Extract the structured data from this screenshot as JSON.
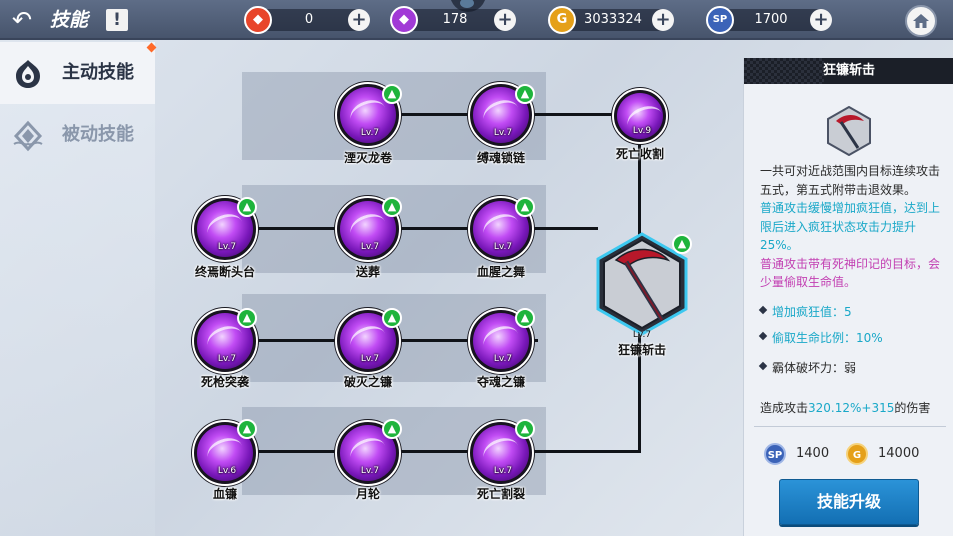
{
  "header": {
    "title": "技能",
    "alert": "!",
    "currencies": [
      {
        "icon": "fire-crystal-icon",
        "symbol": "◆",
        "color": "#e8452a",
        "value": "0"
      },
      {
        "icon": "purple-gem-icon",
        "symbol": "◆",
        "color": "#a13ad6",
        "value": "178"
      },
      {
        "icon": "gold-coin-icon",
        "symbol": "G",
        "color": "#e5a019",
        "value": "3033324"
      },
      {
        "icon": "sp-icon",
        "symbol": "SP",
        "color": "#3b63b8",
        "value": "1700"
      }
    ],
    "plus": "+"
  },
  "sidebar": {
    "tabs": [
      {
        "label": "主动技能",
        "active": true
      },
      {
        "label": "被动技能",
        "active": false
      }
    ]
  },
  "skills": [
    {
      "name": "湮灭龙卷",
      "level": "Lv.7"
    },
    {
      "name": "缚魂锁链",
      "level": "Lv.7"
    },
    {
      "name": "死亡收割",
      "level": "Lv.9"
    },
    {
      "name": "终焉断头台",
      "level": "Lv.7"
    },
    {
      "name": "送葬",
      "level": "Lv.7"
    },
    {
      "name": "血腥之舞",
      "level": "Lv.7"
    },
    {
      "name": "死枪突袭",
      "level": "Lv.7"
    },
    {
      "name": "破灭之镰",
      "level": "Lv.7"
    },
    {
      "name": "夺魂之镰",
      "level": "Lv.7"
    },
    {
      "name": "血镰",
      "level": "Lv.6"
    },
    {
      "name": "月轮",
      "level": "Lv.7"
    },
    {
      "name": "死亡割裂",
      "level": "Lv.7"
    }
  ],
  "selected_skill": {
    "name": "狂镰斩击",
    "level": "Lv.7"
  },
  "detail": {
    "title": "狂镰斩击",
    "desc_normal": "一共可对近战范围内目标连续攻击五式，第五式附带击退效果。",
    "desc_cyan": "普通攻击缓慢增加疯狂值，达到上限后进入疯狂状态攻击力提升25%。",
    "desc_magenta": "普通攻击带有死神印记的目标，会少量偷取生命值。",
    "stats": [
      {
        "label": "增加疯狂值：",
        "value": "5"
      },
      {
        "label": "偷取生命比例：",
        "value": "10%"
      },
      {
        "label": "霸体破坏力：",
        "value": "弱"
      }
    ],
    "damage_prefix": "造成攻击",
    "damage_value": "320.12%+315",
    "damage_suffix": "的伤害",
    "cost_sp_icon": "SP",
    "cost_sp": "1400",
    "cost_gold_icon": "G",
    "cost_gold": "14000",
    "upgrade_label": "技能升级"
  },
  "colors": {
    "accent_cyan": "#19a8c8",
    "accent_magenta": "#c23fb2",
    "upgrade_badge": "#1eb43c",
    "button_blue": "#1d82c6"
  }
}
